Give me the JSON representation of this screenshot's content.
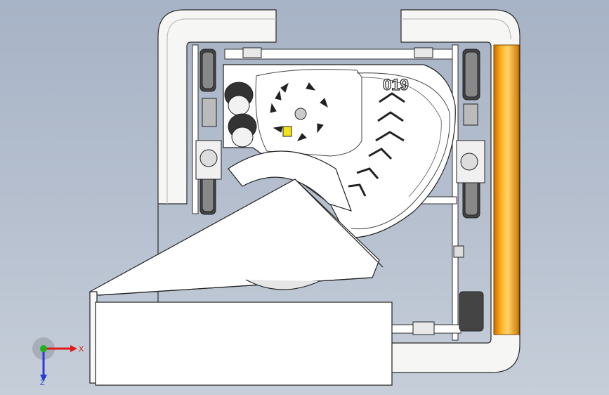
{
  "app": {
    "window_title": "",
    "view": "top"
  },
  "model": {
    "engraved_label": "019"
  },
  "triad": {
    "x_label": "X",
    "z_label": "Z",
    "x_color": "#e0191b",
    "y_color": "#1bb51b",
    "z_color": "#2a3bd6"
  },
  "colors": {
    "background_top": "#a7b3c6",
    "background_bottom": "#c6ced9",
    "accent_orange": "#f0a010",
    "frame_white": "#f6f6f4",
    "outline": "#2b2b2b"
  },
  "icons": {
    "axis_triad": "xyz-triad-icon"
  }
}
